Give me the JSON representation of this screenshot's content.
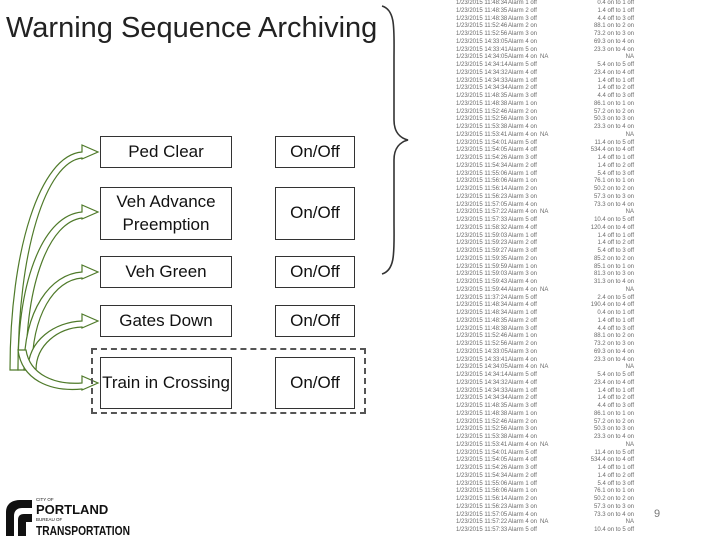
{
  "title": "Warning Sequence Archiving",
  "rows": [
    {
      "label": "Ped Clear",
      "state": "On/Off"
    },
    {
      "label": "Veh Advance Preemption",
      "state": "On/Off"
    },
    {
      "label": "Veh Green",
      "state": "On/Off"
    },
    {
      "label": "Gates Down",
      "state": "On/Off"
    },
    {
      "label": "Train in Crossing",
      "state": "On/Off"
    }
  ],
  "log": [
    [
      "1/23/2015 11:48:34",
      "Alarm 1 off",
      "",
      "0.4 on to 1 off"
    ],
    [
      "1/23/2015 11:48:35",
      "Alarm 2 off",
      "",
      "1.4 off to 1 off"
    ],
    [
      "1/23/2015 11:48:38",
      "Alarm 3 off",
      "",
      "4.4 off to 3 off"
    ],
    [
      "1/23/2015 11:52:46",
      "Alarm 2 on",
      "",
      "88.1 on to 2 on"
    ],
    [
      "1/23/2015 11:52:56",
      "Alarm 3 on",
      "",
      "73.2 on to 3 on"
    ],
    [
      "1/23/2015 14:33:05",
      "Alarm 4 on",
      "",
      "69.3 on to 4 on"
    ],
    [
      "1/23/2015 14:33:41",
      "Alarm 5 on",
      "",
      "23.3 on to 4 on"
    ],
    [
      "1/23/2015 14:34:05",
      "Alarm 4 on",
      "NA",
      "NA"
    ],
    [
      "1/23/2015 14:34:14",
      "Alarm 5 off",
      "",
      "5.4 on to 5 off"
    ],
    [
      "1/23/2015 14:34:32",
      "Alarm 4 off",
      "",
      "23.4 on to 4 off"
    ],
    [
      "1/23/2015 14:34:33",
      "Alarm 1 off",
      "",
      "1.4 off to 1 off"
    ],
    [
      "1/23/2015 14:34:34",
      "Alarm 2 off",
      "",
      "1.4 off to 2 off"
    ],
    [
      "1/23/2015 11:48:35",
      "Alarm 3 off",
      "",
      "4.4 off to 3 off"
    ],
    [
      "1/23/2015 11:48:38",
      "Alarm 1 on",
      "",
      "86.1 on to 1 on"
    ],
    [
      "1/23/2015 11:52:46",
      "Alarm 2 on",
      "",
      "57.2 on to 2 on"
    ],
    [
      "1/23/2015 11:52:56",
      "Alarm 3 on",
      "",
      "50.3 on to 3 on"
    ],
    [
      "1/23/2015 11:53:38",
      "Alarm 4 on",
      "",
      "23.3 on to 4 on"
    ],
    [
      "1/23/2015 11:53:41",
      "Alarm 4 on",
      "NA",
      "NA"
    ],
    [
      "1/23/2015 11:54:01",
      "Alarm 5 off",
      "",
      "11.4 on to 5 off"
    ],
    [
      "1/23/2015 11:54:05",
      "Alarm 4 off",
      "",
      "534.4 on to 4 off"
    ],
    [
      "1/23/2015 11:54:26",
      "Alarm 3 off",
      "",
      "1.4 off to 1 off"
    ],
    [
      "1/23/2015 11:54:34",
      "Alarm 2 off",
      "",
      "1.4 off to 2 off"
    ],
    [
      "1/23/2015 11:55:06",
      "Alarm 1 off",
      "",
      "5.4 off to 3 off"
    ],
    [
      "1/23/2015 11:56:06",
      "Alarm 1 on",
      "",
      "76.1 on to 1 on"
    ],
    [
      "1/23/2015 11:56:14",
      "Alarm 2 on",
      "",
      "50.2 on to 2 on"
    ],
    [
      "1/23/2015 11:56:23",
      "Alarm 3 on",
      "",
      "57.3 on to 3 on"
    ],
    [
      "1/23/2015 11:57:05",
      "Alarm 4 on",
      "",
      "73.3 on to 4 on"
    ],
    [
      "1/23/2015 11:57:22",
      "Alarm 4 on",
      "NA",
      "NA"
    ],
    [
      "1/23/2015 11:57:33",
      "Alarm 5 off",
      "",
      "10.4 on to 5 off"
    ],
    [
      "1/23/2015 11:58:32",
      "Alarm 4 off",
      "",
      "120.4 on to 4 off"
    ],
    [
      "1/23/2015 11:59:03",
      "Alarm 1 off",
      "",
      "1.4 off to 1 off"
    ],
    [
      "1/23/2015 11:59:23",
      "Alarm 2 off",
      "",
      "1.4 off to 2 off"
    ],
    [
      "1/23/2015 11:59:27",
      "Alarm 3 off",
      "",
      "5.4 off to 3 off"
    ],
    [
      "1/23/2015 11:59:35",
      "Alarm 2 on",
      "",
      "85.2 on to 2 on"
    ],
    [
      "1/23/2015 11:59:59",
      "Alarm 1 on",
      "",
      "85.1 on to 1 on"
    ],
    [
      "1/23/2015 11:59:03",
      "Alarm 3 on",
      "",
      "81.3 on to 3 on"
    ],
    [
      "1/23/2015 11:59:43",
      "Alarm 4 on",
      "",
      "31.3 on to 4 on"
    ],
    [
      "1/23/2015 11:59:44",
      "Alarm 4 on",
      "NA",
      "NA"
    ],
    [
      "1/23/2015 11:37:24",
      "Alarm 5 off",
      "",
      "2.4 on to 5 off"
    ],
    [
      "1/23/2015 11:48:34",
      "Alarm 4 off",
      "",
      "190.4 on to 4 off"
    ],
    [
      "1/23/2015 11:48:34",
      "Alarm 1 off",
      "",
      "0.4 on to 1 off"
    ],
    [
      "1/23/2015 11:48:35",
      "Alarm 2 off",
      "",
      "1.4 off to 1 off"
    ],
    [
      "1/23/2015 11:48:38",
      "Alarm 3 off",
      "",
      "4.4 off to 3 off"
    ],
    [
      "1/23/2015 11:52:46",
      "Alarm 1 on",
      "",
      "88.1 on to 2 on"
    ],
    [
      "1/23/2015 11:52:56",
      "Alarm 2 on",
      "",
      "73.2 on to 3 on"
    ],
    [
      "1/23/2015 14:33:05",
      "Alarm 3 on",
      "",
      "69.3 on to 4 on"
    ],
    [
      "1/23/2015 14:33:41",
      "Alarm 4 on",
      "",
      "23.3 on to 4 on"
    ],
    [
      "1/23/2015 14:34:05",
      "Alarm 4 on",
      "NA",
      "NA"
    ],
    [
      "1/23/2015 14:34:14",
      "Alarm 5 off",
      "",
      "5.4 on to 5 off"
    ],
    [
      "1/23/2015 14:34:32",
      "Alarm 4 off",
      "",
      "23.4 on to 4 off"
    ],
    [
      "1/23/2015 14:34:33",
      "Alarm 1 off",
      "",
      "1.4 off to 1 off"
    ],
    [
      "1/23/2015 14:34:34",
      "Alarm 2 off",
      "",
      "1.4 off to 2 off"
    ],
    [
      "1/23/2015 11:48:35",
      "Alarm 3 off",
      "",
      "4.4 off to 3 off"
    ],
    [
      "1/23/2015 11:48:38",
      "Alarm 1 on",
      "",
      "86.1 on to 1 on"
    ],
    [
      "1/23/2015 11:52:46",
      "Alarm 2 on",
      "",
      "57.2 on to 2 on"
    ],
    [
      "1/23/2015 11:52:56",
      "Alarm 3 on",
      "",
      "50.3 on to 3 on"
    ],
    [
      "1/23/2015 11:53:38",
      "Alarm 4 on",
      "",
      "23.3 on to 4 on"
    ],
    [
      "1/23/2015 11:53:41",
      "Alarm 4 on",
      "NA",
      "NA"
    ],
    [
      "1/23/2015 11:54:01",
      "Alarm 5 off",
      "",
      "11.4 on to 5 off"
    ],
    [
      "1/23/2015 11:54:05",
      "Alarm 4 off",
      "",
      "534.4 on to 4 off"
    ],
    [
      "1/23/2015 11:54:26",
      "Alarm 3 off",
      "",
      "1.4 off to 1 off"
    ],
    [
      "1/23/2015 11:54:34",
      "Alarm 2 off",
      "",
      "1.4 off to 2 off"
    ],
    [
      "1/23/2015 11:55:06",
      "Alarm 1 off",
      "",
      "5.4 off to 3 off"
    ],
    [
      "1/23/2015 11:56:06",
      "Alarm 1 on",
      "",
      "76.1 on to 1 on"
    ],
    [
      "1/23/2015 11:56:14",
      "Alarm 2 on",
      "",
      "50.2 on to 2 on"
    ],
    [
      "1/23/2015 11:56:23",
      "Alarm 3 on",
      "",
      "57.3 on to 3 on"
    ],
    [
      "1/23/2015 11:57:05",
      "Alarm 4 on",
      "",
      "73.3 on to 4 on"
    ],
    [
      "1/23/2015 11:57:22",
      "Alarm 4 on",
      "NA",
      "NA"
    ],
    [
      "1/23/2015 11:57:33",
      "Alarm 5 off",
      "",
      "10.4 on to 5 off"
    ]
  ],
  "logo": {
    "top_line": "CITY OF",
    "city": "PORTLAND",
    "sub_line": "BUREAU OF",
    "agency": "TRANSPORTATION"
  },
  "page_number": "9",
  "colors": {
    "arrow_fill": "#ffffff",
    "arrow_stroke": "#4f7a2a",
    "box_border": "#333333",
    "log_text": "#6a6a6a"
  }
}
